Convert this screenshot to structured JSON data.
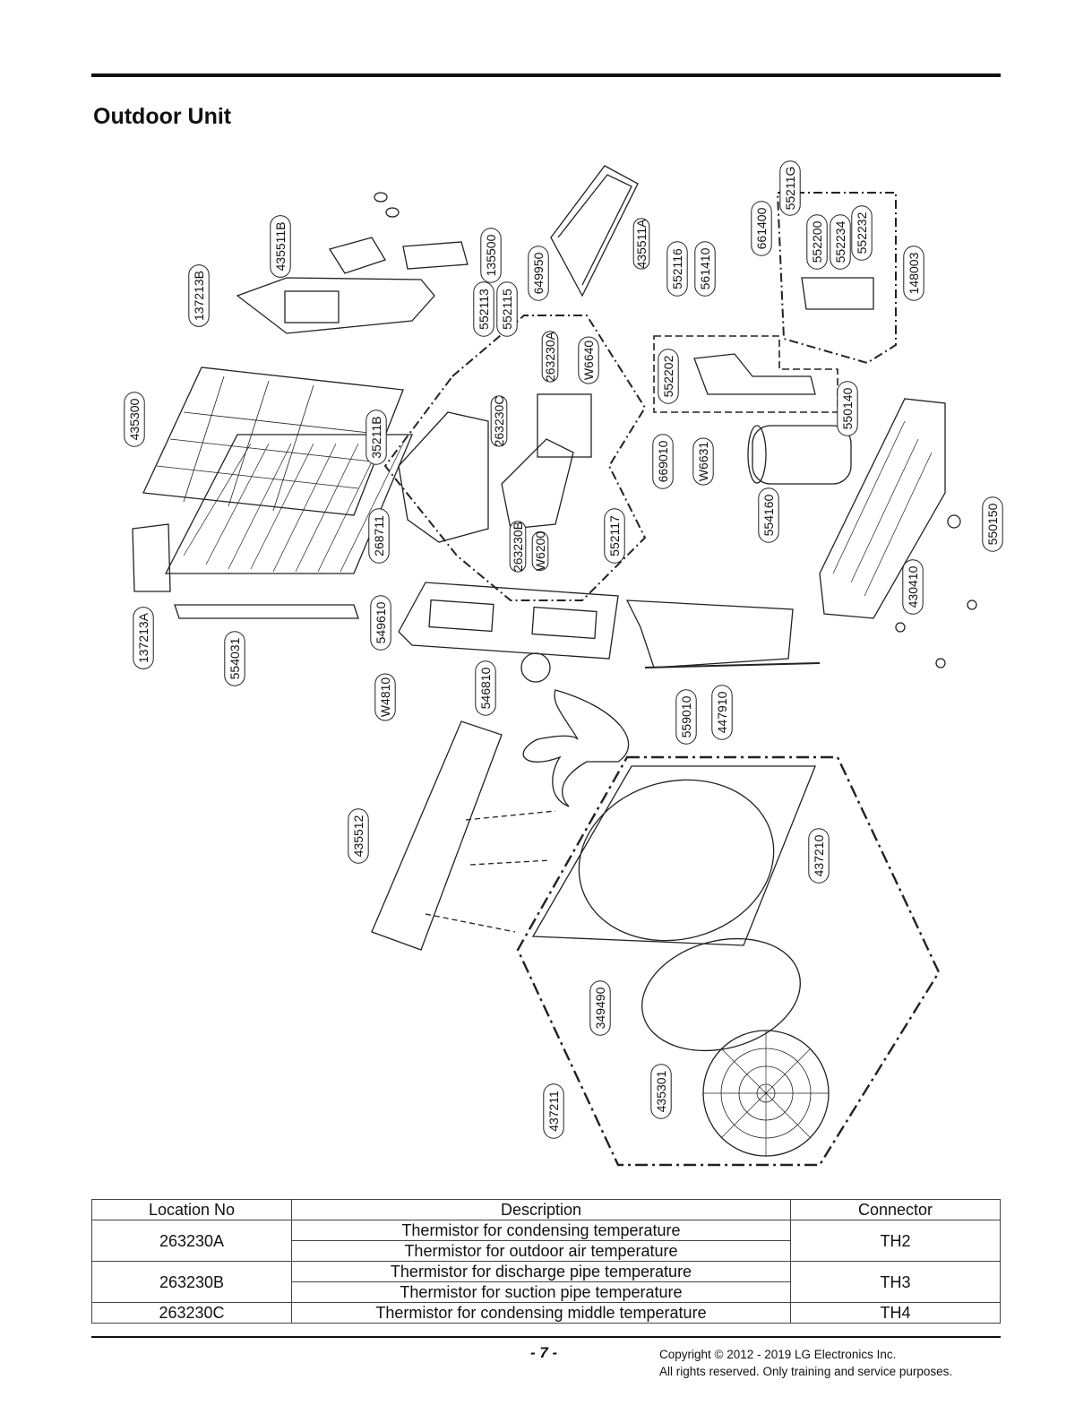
{
  "page": {
    "title": "Outdoor Unit",
    "page_number": "- 7 -",
    "copyright_line1": "Copyright © 2012 - 2019 LG Electronics Inc.",
    "copyright_line2": "All rights reserved. Only training and service purposes."
  },
  "diagram": {
    "callouts": [
      "137213B",
      "435511B",
      "135500",
      "552113",
      "552115",
      "649950",
      "435511A",
      "552116",
      "561410",
      "661400",
      "552200",
      "552234",
      "552232",
      "55211G",
      "148003",
      "263230A",
      "W6640",
      "263230C",
      "552202",
      "550140",
      "435300",
      "35211B",
      "669010",
      "W6631",
      "554160",
      "550150",
      "268711",
      "263230B",
      "W6200",
      "552117",
      "430410",
      "137213A",
      "554031",
      "549610",
      "W4810",
      "546810",
      "559010",
      "447910",
      "435512",
      "437210",
      "349490",
      "435301",
      "437211"
    ]
  },
  "table": {
    "headers": [
      "Location No",
      "Description",
      "Connector"
    ],
    "groups": [
      {
        "location": "263230A",
        "descriptions": [
          "Thermistor for condensing temperature",
          "Thermistor for outdoor air temperature"
        ],
        "connector": "TH2"
      },
      {
        "location": "263230B",
        "descriptions": [
          "Thermistor for discharge pipe temperature",
          "Thermistor for suction pipe temperature"
        ],
        "connector": "TH3"
      },
      {
        "location": "263230C",
        "descriptions": [
          "Thermistor for condensing middle temperature"
        ],
        "connector": "TH4"
      }
    ]
  }
}
